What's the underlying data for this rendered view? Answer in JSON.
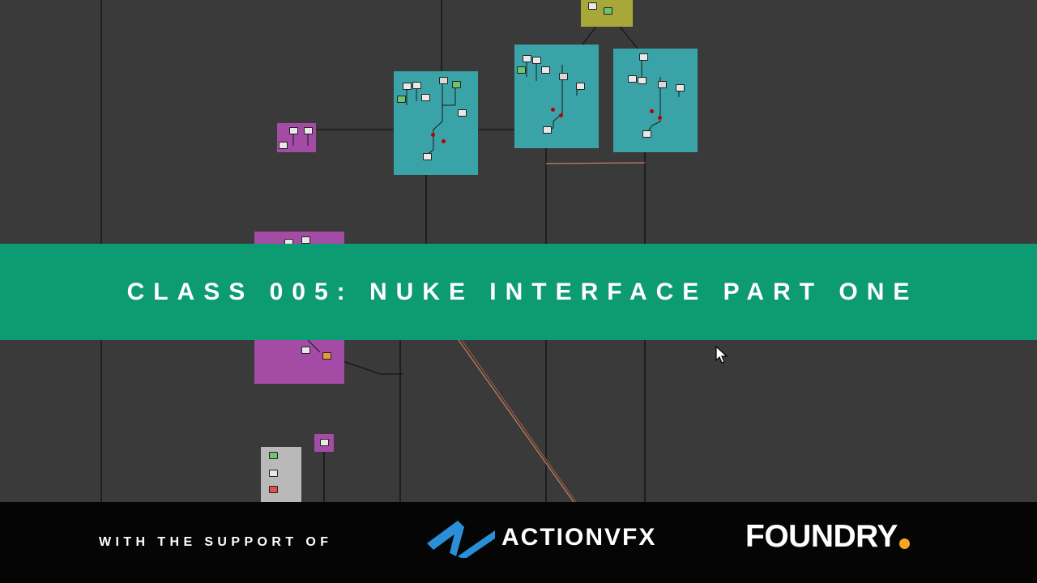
{
  "banner": {
    "title": "CLASS 005: NUKE INTERFACE PART ONE"
  },
  "footer": {
    "support_text": "WITH THE SUPPORT OF",
    "actionvfx_name": "ACTIONVFX",
    "foundry_name": "FOUNDRY"
  },
  "colors": {
    "graph_bg": "#3a3a3a",
    "banner": "#0d9b73",
    "footer": "#050505",
    "backdrop_teal": "#3aa3a8",
    "backdrop_magenta": "#a34ba5",
    "backdrop_olive": "#a8a83a",
    "backdrop_gray": "#b9b9b9",
    "actionvfx_blue": "#2a8fd8",
    "foundry_dot": "#f5a623"
  },
  "icons": [
    "cursor-arrow-icon",
    "actionvfx-logo-icon",
    "foundry-dot-icon"
  ]
}
